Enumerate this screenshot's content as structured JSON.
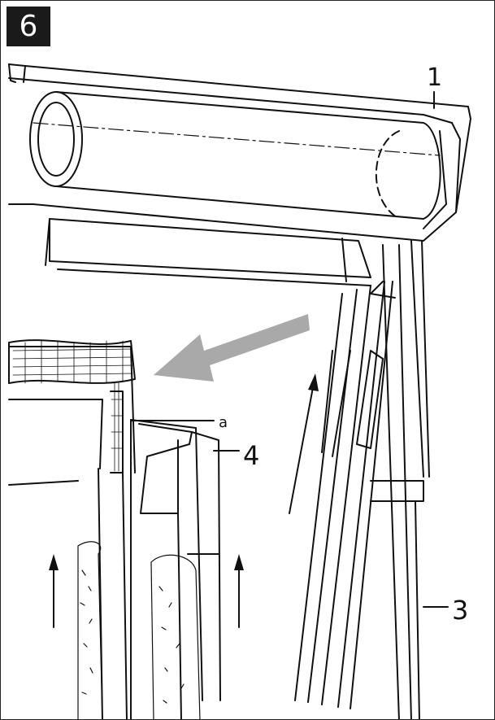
{
  "step": {
    "number": "6"
  },
  "callouts": {
    "c1": "1",
    "c3": "3",
    "c4": "4",
    "ca": "a"
  },
  "colors": {
    "ink": "#111111",
    "arrow_fill": "#a9a9a9",
    "badge_bg": "#1a1a1a"
  },
  "icons": {
    "direction_arrow": "arrow-left-icon",
    "upward_arrows": "arrow-up-icon"
  }
}
